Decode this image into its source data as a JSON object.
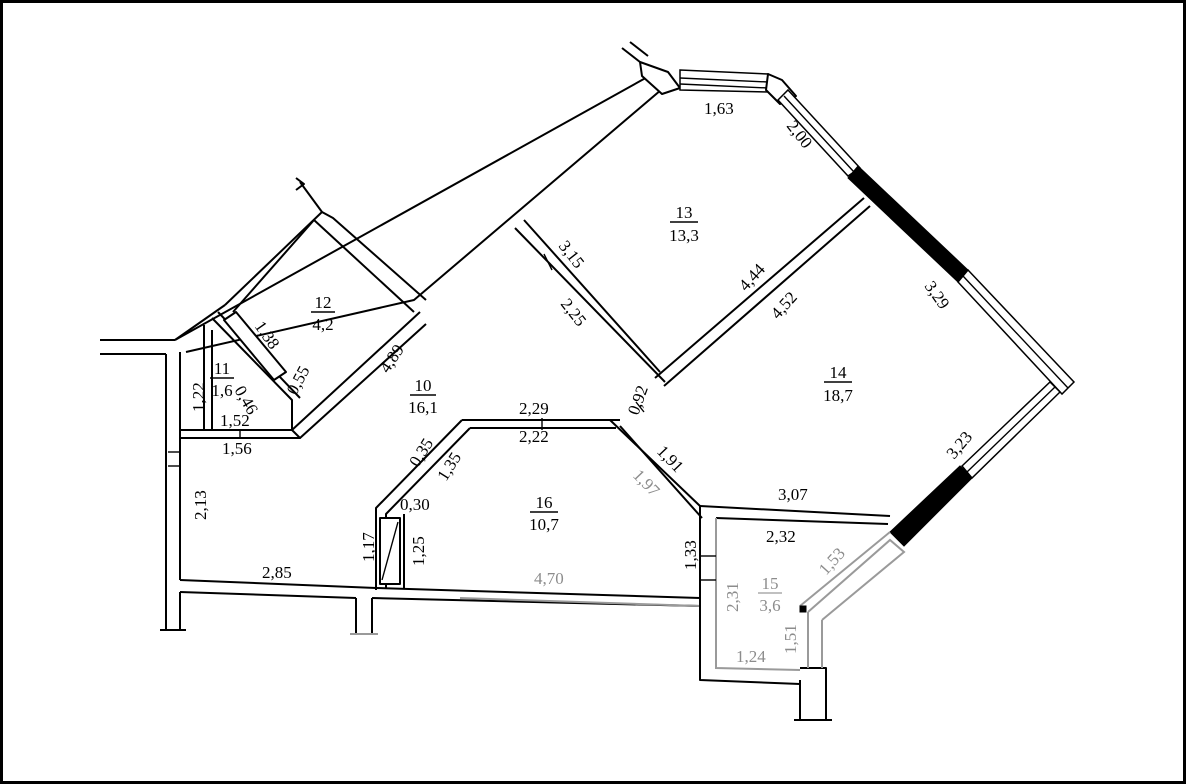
{
  "rooms": [
    {
      "number": "10",
      "area": "16,1"
    },
    {
      "number": "11",
      "area": "1,6"
    },
    {
      "number": "12",
      "area": "4,2"
    },
    {
      "number": "13",
      "area": "13,3"
    },
    {
      "number": "14",
      "area": "18,7"
    },
    {
      "number": "15",
      "area": "3,6"
    },
    {
      "number": "16",
      "area": "10,7"
    }
  ],
  "dimensions": [
    "1,63",
    "2,00",
    "3,15",
    "2,25",
    "4,44",
    "4,52",
    "3,29",
    "1,38",
    "0,55",
    "0,46",
    "1,22",
    "1,52",
    "1,56",
    "4,89",
    "0,92",
    "2,29",
    "2,22",
    "0,35",
    "1,35",
    "1,91",
    "1,97",
    "3,07",
    "3,23",
    "0,30",
    "1,17",
    "1,25",
    "2,13",
    "2,85",
    "4,70",
    "1,33",
    "2,32",
    "2,31",
    "1,53",
    "1,51",
    "1,24"
  ]
}
